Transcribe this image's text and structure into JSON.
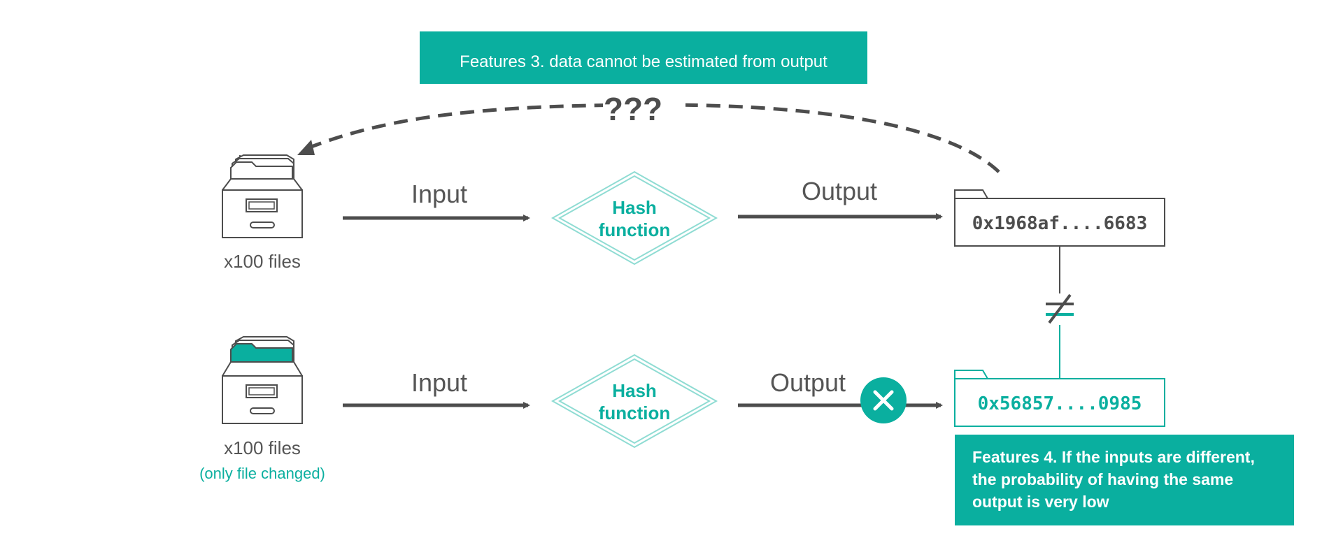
{
  "colors": {
    "teal": "#0aaf9f",
    "teal_light": "#8fdcd3",
    "dark": "#4d4d4d",
    "gray": "#555555",
    "white": "#ffffff"
  },
  "features3": {
    "text": "Features 3. data cannot be estimated from output"
  },
  "unknown_marks": "???",
  "row1": {
    "files_label": "x100 files",
    "input_label": "Input",
    "hash_line1": "Hash",
    "hash_line2": "function",
    "output_label": "Output",
    "hash_value": "0x1968af....6683"
  },
  "row2": {
    "files_label": "x100 files",
    "files_sublabel": "(only file changed)",
    "input_label": "Input",
    "hash_line1": "Hash",
    "hash_line2": "function",
    "output_label": "Output",
    "hash_value": "0x56857....0985"
  },
  "not_equal_symbol": "≠",
  "features4": {
    "line1": "Features 4. If the inputs are different,",
    "line2": "the probability of having the same",
    "line3": "output is very low"
  },
  "icons": [
    "file-cabinet-icon",
    "changed-file-cabinet-icon",
    "x-mark-icon",
    "folder-tab-icon",
    "arrow-icon"
  ]
}
